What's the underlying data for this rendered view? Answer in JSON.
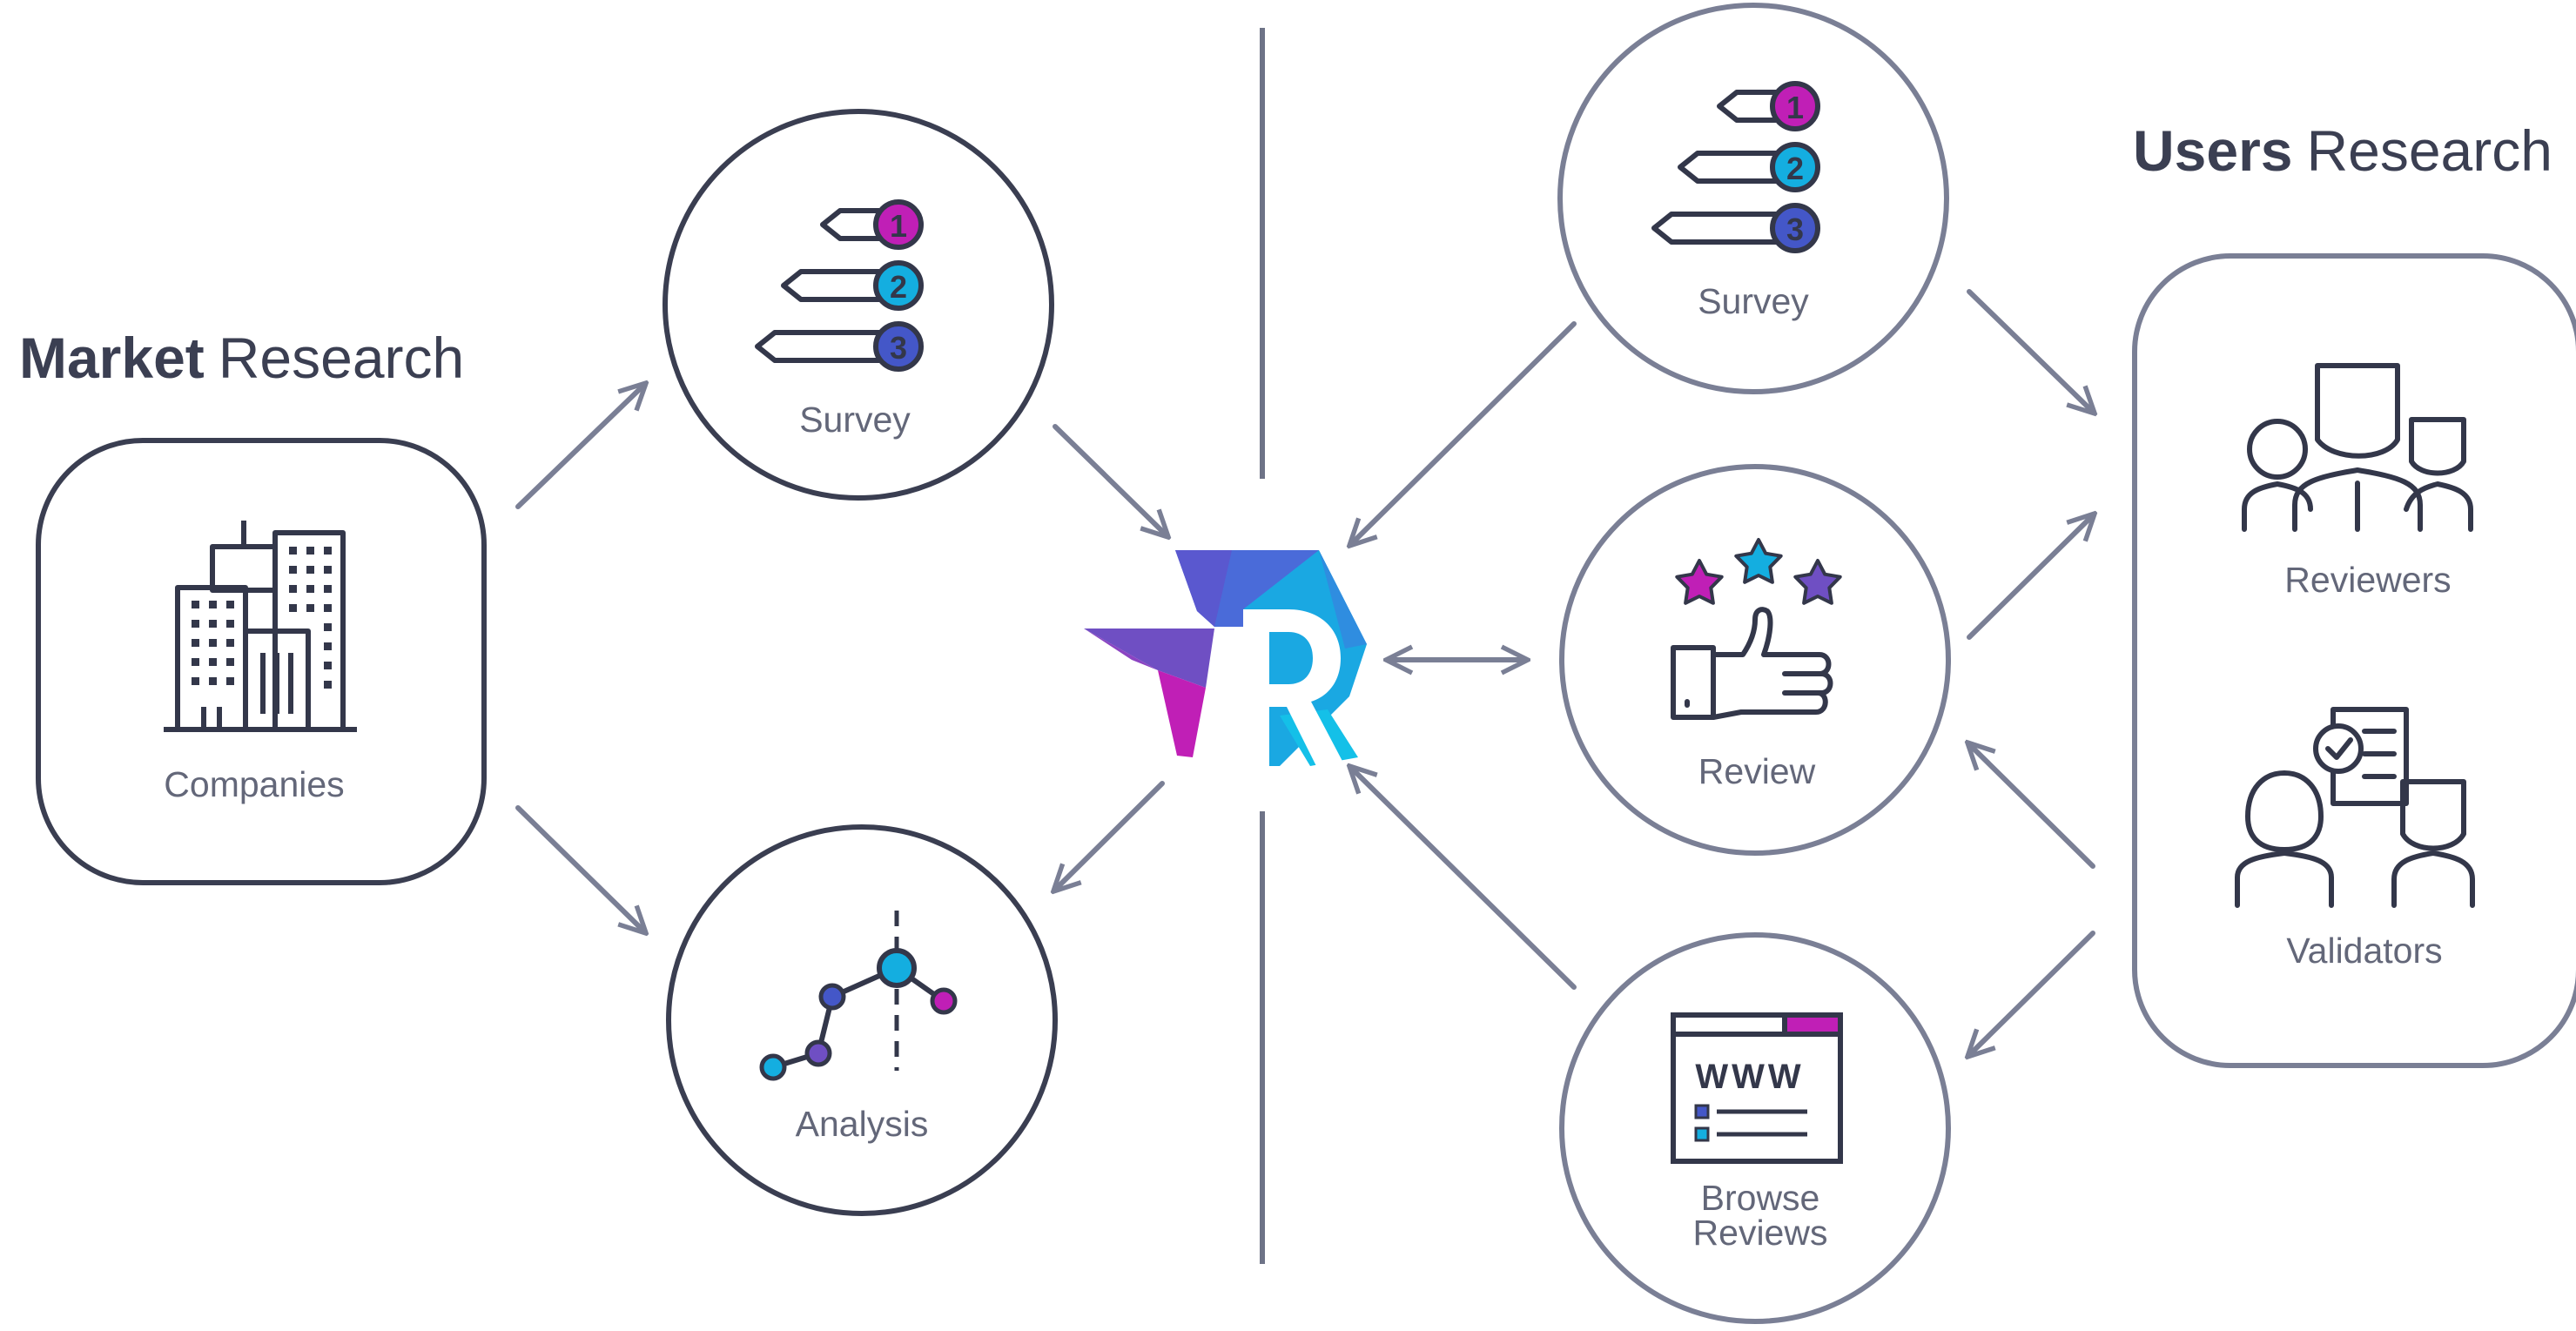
{
  "market": {
    "title_strong": "Market",
    "title_light": "Research",
    "companies_label": "Companies",
    "survey_label": "Survey",
    "analysis_label": "Analysis"
  },
  "users": {
    "title_strong": "Users",
    "title_light": "Research",
    "survey_label": "Survey",
    "review_label": "Review",
    "browse_label_line1": "Browse",
    "browse_label_line2": "Reviews",
    "reviewers_label": "Reviewers",
    "validators_label": "Validators"
  },
  "survey_steps": [
    "1",
    "2",
    "3"
  ],
  "browser_text": "WWW",
  "icons": {
    "companies": "buildings-icon",
    "survey": "numbered-arrows-icon",
    "analysis": "line-graph-icon",
    "logo": "tr-logo-icon",
    "review": "thumbs-up-stars-icon",
    "browse": "browser-www-icon",
    "reviewers": "people-group-icon",
    "validators": "validators-icon"
  },
  "colors": {
    "magenta": "#c01fb6",
    "cyan": "#14aee0",
    "blue": "#4457c8",
    "purple": "#6f4fc3",
    "dark": "#33374a",
    "gray": "#7a7f95"
  }
}
